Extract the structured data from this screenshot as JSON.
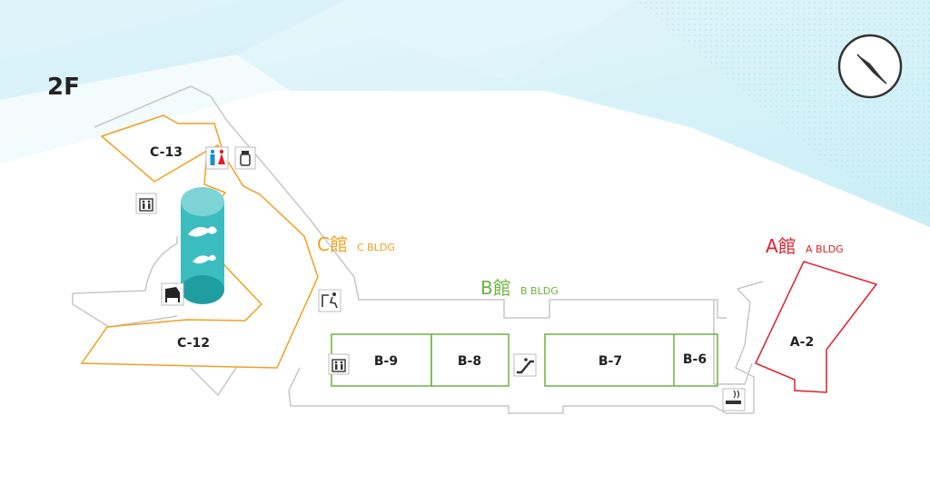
{
  "floor": "2F",
  "buildings": {
    "a": {
      "name": "A館",
      "sub": "A BLDG",
      "color": "#e01f2a"
    },
    "b": {
      "name": "B館",
      "sub": "B BLDG",
      "color": "#6cb33f"
    },
    "c": {
      "name": "C館",
      "sub": "C BLDG",
      "color": "#f0a020"
    }
  },
  "rooms": {
    "c13": "C-13",
    "c12": "C-12",
    "b9": "B-9",
    "b8": "B-8",
    "b7": "B-7",
    "b6": "B-6",
    "a2": "A-2"
  },
  "icons": [
    "compass-icon",
    "restroom-icon",
    "baby-bottle-icon",
    "elevator-icon",
    "piano-icon",
    "stair-climber-icon",
    "escalator-icon",
    "smoking-area-icon",
    "aquarium-tank"
  ],
  "colors": {
    "outline": "#c7c7c7",
    "tank": "#3bbdc0",
    "tank_dark": "#1f9ea1"
  }
}
